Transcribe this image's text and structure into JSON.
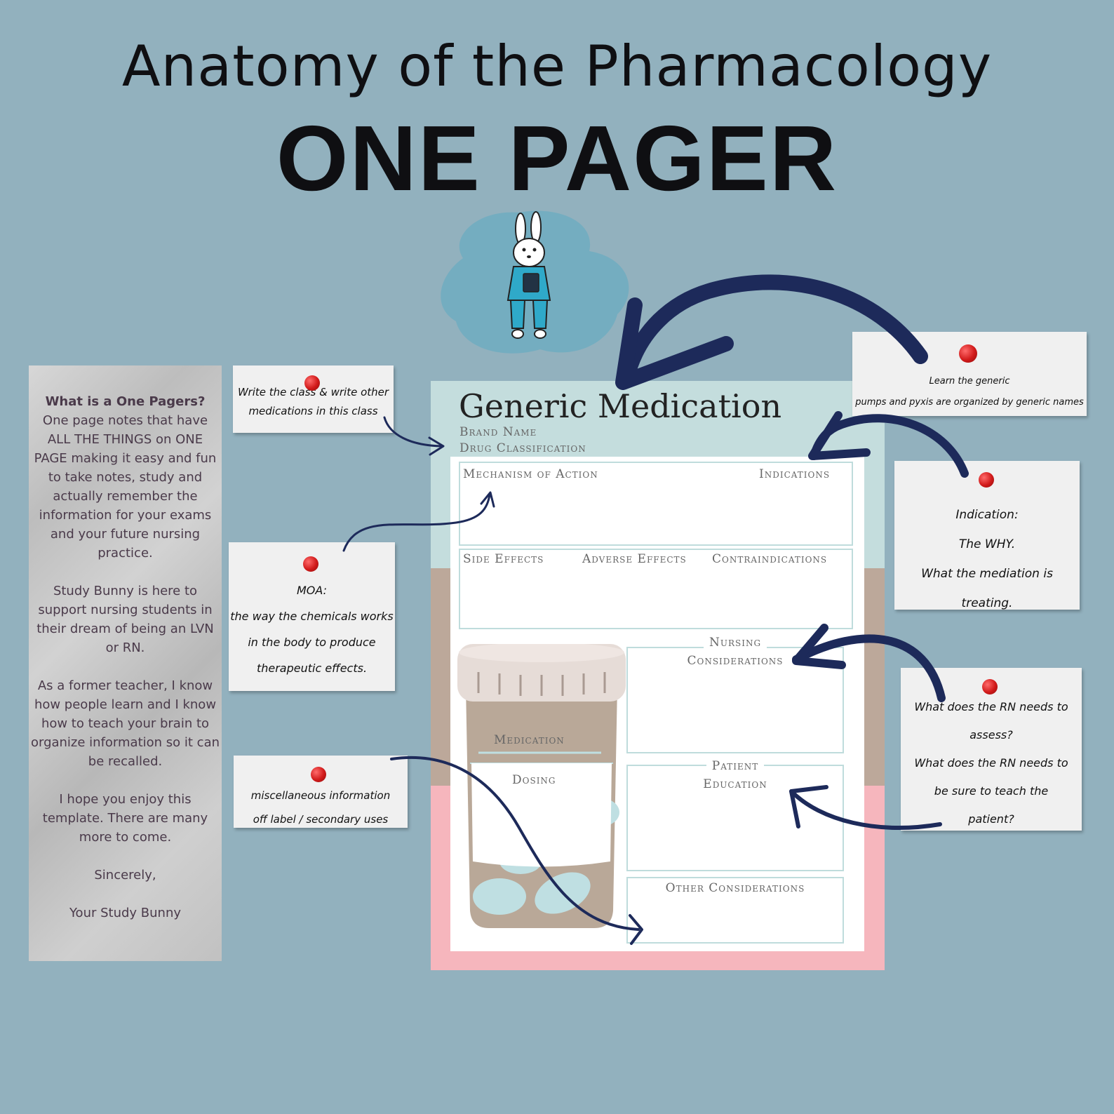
{
  "title": {
    "line1": "Anatomy of the Pharmacology",
    "line2": "ONE PAGER"
  },
  "intro": {
    "question": "What is a One Pagers?",
    "para1": "One page notes that have ALL THE THINGS on ONE PAGE making it easy and fun to take notes, study and actually remember the information for your exams and your future nursing practice.",
    "para2": "Study Bunny is here to support nursing students in their dream of being an LVN or RN.",
    "para3": "As a former teacher, I know how people learn and I know how to teach your brain to organize information so it can be recalled.",
    "para4": "I hope you enjoy this template. There are many more to come.",
    "closing": "Sincerely,",
    "signature": "Your Study Bunny"
  },
  "notes": {
    "class": {
      "line1": "Write the class & write other",
      "line2": "medications in this class"
    },
    "moa": {
      "line1": "MOA:",
      "line2": "the way the chemicals works",
      "line3": "in the body to produce",
      "line4": "therapeutic effects."
    },
    "misc": {
      "line1": "miscellaneous information",
      "line2": "off label / secondary uses"
    },
    "generic": {
      "line1": "Learn the generic",
      "line2": "pumps and pyxis are organized by generic names"
    },
    "indication": {
      "line1": "Indication:",
      "line2": "The WHY.",
      "line3": "What the mediation is",
      "line4": "treating."
    },
    "rn": {
      "line1": "What does the RN needs to",
      "line2": "assess?",
      "line3": "What does the RN needs to",
      "line4": "be sure to teach the",
      "line5": "patient?"
    }
  },
  "sheet": {
    "generic": "Generic Medication",
    "brand": "Brand Name",
    "classification": "Drug Classification",
    "moa": "Mechanism of Action",
    "indications": "Indications",
    "side_effects": "Side Effects",
    "adverse": "Adverse Effects",
    "contra": "Contraindications",
    "nursing1": "Nursing",
    "nursing2": "Considerations",
    "medication": "Medication",
    "dosing": "Dosing",
    "patient1": "Patient",
    "patient2": "Education",
    "other": "Other Considerations"
  },
  "colors": {
    "background": "#92b1be",
    "arrow": "#1d2a5a",
    "sheet_teal": "#c4dddd",
    "sheet_tan": "#bca89a",
    "sheet_pink": "#f6b6bd",
    "pin": "#d11a1a"
  }
}
